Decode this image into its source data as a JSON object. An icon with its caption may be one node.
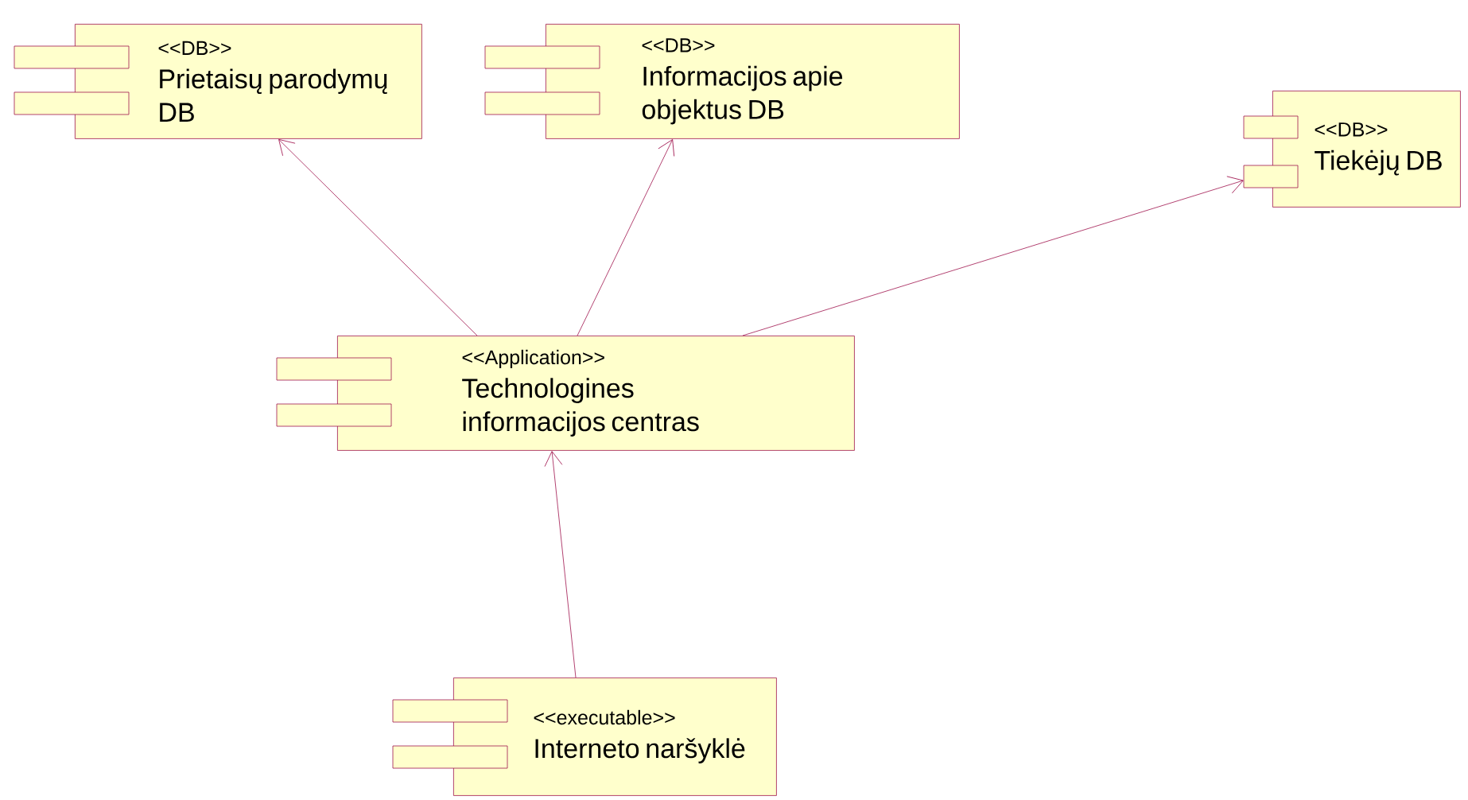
{
  "diagram": {
    "nodes": [
      {
        "text": [
          "<<DB>>",
          "Prietaisų parodymų DB"
        ]
      },
      {
        "text": [
          "<<DB>>",
          "Informacijos apie objektus DB"
        ]
      },
      {
        "text": [
          "<<DB>>",
          "Tiekėjų DB"
        ]
      },
      {
        "text": [
          "<<Application>>",
          "Technologines informacijos centras"
        ]
      },
      {
        "text": [
          "<<executable>>",
          "Interneto naršyklė"
        ]
      }
    ],
    "edges": [
      {
        "from": 3,
        "to": 0,
        "arrow": "to"
      },
      {
        "from": 3,
        "to": 1,
        "arrow": "to"
      },
      {
        "from": 3,
        "to": 2,
        "arrow": "to"
      },
      {
        "from": 4,
        "to": 3,
        "arrow": "to"
      }
    ]
  }
}
